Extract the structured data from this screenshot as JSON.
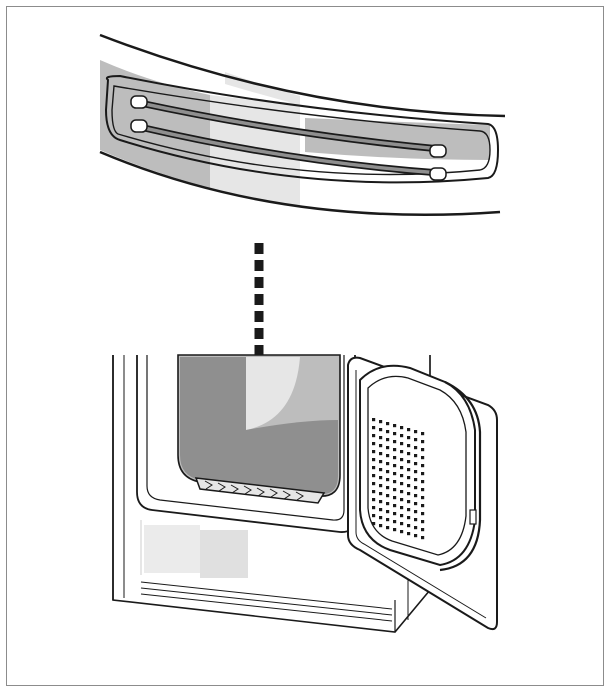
{
  "illustration": {
    "colors": {
      "outline": "#1a1a1a",
      "frame_border": "#8c8c8c",
      "light_gray": "#e6e6e6",
      "mid_gray": "#bdbdbd",
      "dark_gray": "#8f8f8f",
      "background": "#ffffff"
    },
    "parts": [
      {
        "id": "detail-callout",
        "icon": "lint-filter-closeup"
      },
      {
        "id": "arrow",
        "icon": "dashed-down-arrow"
      },
      {
        "id": "dryer",
        "icon": "tumble-dryer-open-door"
      }
    ]
  }
}
